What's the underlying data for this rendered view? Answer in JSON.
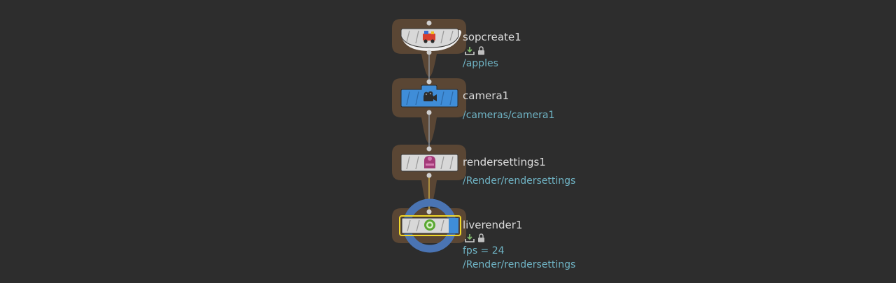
{
  "network": {
    "nodes": [
      {
        "name": "sopcreate1",
        "path": "/apples",
        "color": "#d8d8d8",
        "icon": "toy-train-icon",
        "flags": [
          "download-icon",
          "lock-icon"
        ]
      },
      {
        "name": "camera1",
        "path": "/cameras/camera1",
        "color": "#3f8dd8",
        "icon": "camera-icon",
        "flags": []
      },
      {
        "name": "rendersettings1",
        "path": "/Render/rendersettings",
        "color": "#d8d8d8",
        "icon": "render-settings-icon",
        "flags": []
      },
      {
        "name": "liverender1",
        "info": "fps = 24",
        "path": "/Render/rendersettings",
        "color": "#d8d8d8",
        "icon": "live-render-icon",
        "selected": true,
        "display_flag": true,
        "flags": [
          "download-icon",
          "lock-icon"
        ]
      }
    ]
  },
  "colors": {
    "background": "#2d2d2d",
    "name_text": "#dcdcdc",
    "path_text": "#6fb3c4",
    "node_halo": "#5a4634",
    "selection": "#f0d72a",
    "display_ring": "#4a74b3",
    "wire": "#9aa3b0",
    "wire_selected": "#c9a844"
  }
}
